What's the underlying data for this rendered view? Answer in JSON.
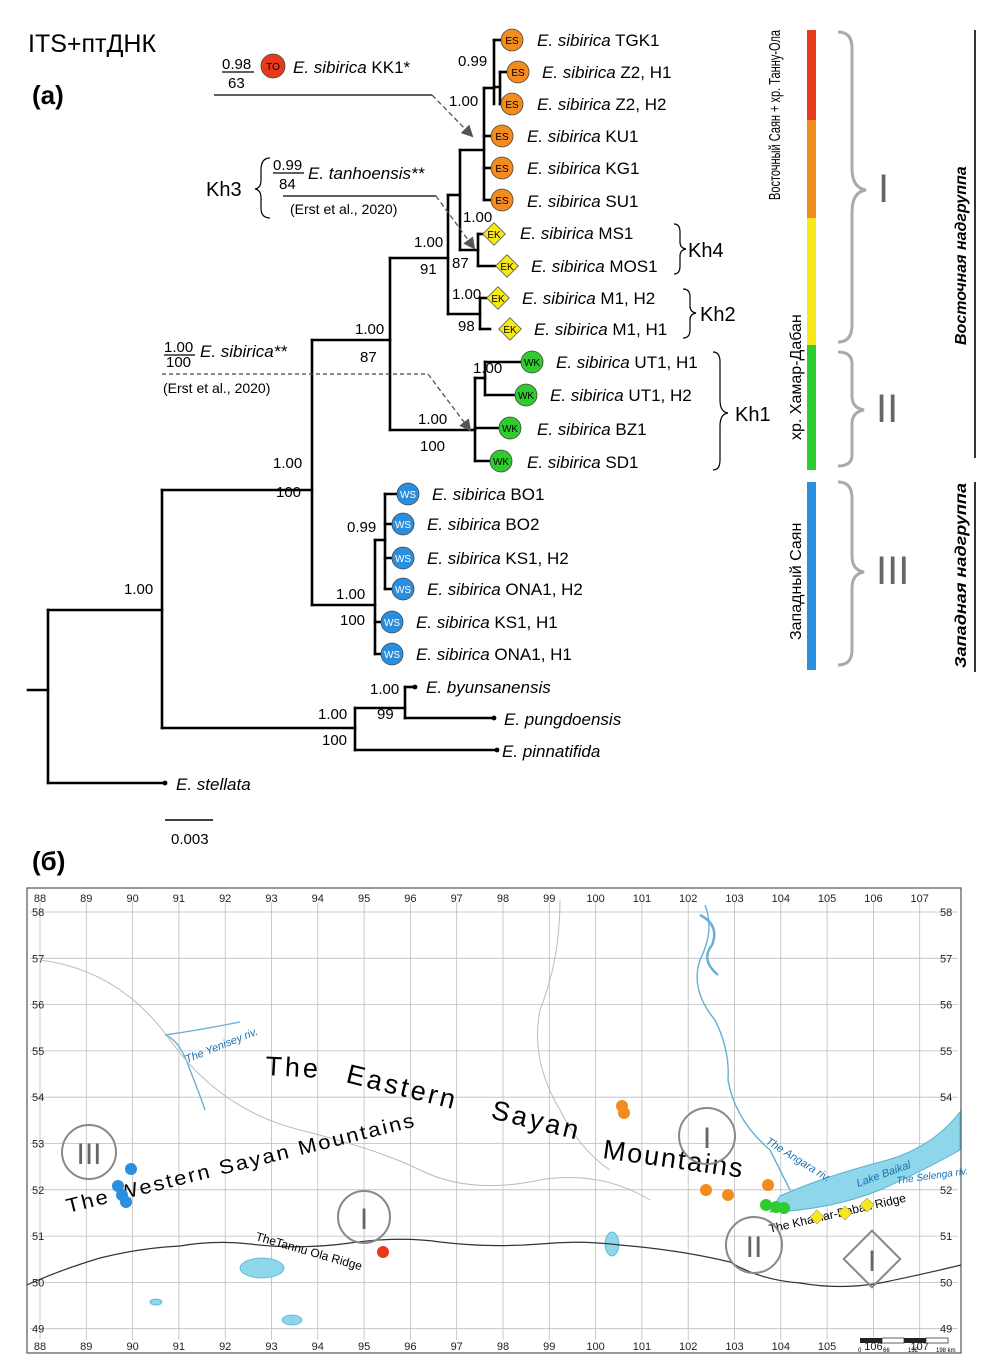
{
  "header": {
    "title": "ITS+птДНК",
    "panel_a": "(а)",
    "panel_b": "(б)"
  },
  "tree": {
    "clade_labels": {
      "kh1": "Kh1",
      "kh2": "Kh2",
      "kh3": "Kh3",
      "kh4": "Kh4"
    },
    "node_support": {
      "root_ingroup": "1.00",
      "sib_top": "1.00",
      "sib_bottom": "100",
      "east_top": "1.00",
      "east_bottom": "87",
      "kh_top": "1.00",
      "kh_bottom": "91",
      "es_clade": "1.00",
      "es_sub": "0.99",
      "kh4": "1.00",
      "kh4_pp": "87",
      "kh2_top": "1.00",
      "kh2_bottom": "98",
      "kh1_top": "1.00",
      "kh1_bottom": "100",
      "wk_sub": "1.00",
      "ws_top": "1.00",
      "ws_bottom": "100",
      "ws_sub": "0.99",
      "out_top": "1.00",
      "out_bottom": "100",
      "byun_top": "1.00",
      "byun_bottom": "99"
    },
    "taxa": {
      "tgk1": {
        "genus": "E. sibirica",
        "rest": " TGK1",
        "badge": "ES"
      },
      "z2h1": {
        "genus": "E. sibirica",
        "rest": " Z2, H1",
        "badge": "ES"
      },
      "z2h2": {
        "genus": "E. sibirica",
        "rest": " Z2, H2",
        "badge": "ES"
      },
      "ku1": {
        "genus": "E. sibirica",
        "rest": " KU1",
        "badge": "ES"
      },
      "kg1": {
        "genus": "E. sibirica",
        "rest": " KG1",
        "badge": "ES"
      },
      "su1": {
        "genus": "E. sibirica",
        "rest": " SU1",
        "badge": "ES"
      },
      "ms1": {
        "genus": "E. sibirica",
        "rest": " MS1",
        "badge": "EK"
      },
      "mos1": {
        "genus": "E. sibirica",
        "rest": " MOS1",
        "badge": "EK"
      },
      "m1h2": {
        "genus": "E. sibirica",
        "rest": " M1, H2",
        "badge": "EK"
      },
      "m1h1": {
        "genus": "E. sibirica",
        "rest": " M1, H1",
        "badge": "EK"
      },
      "ut1h1": {
        "genus": "E. sibirica",
        "rest": " UT1, H1",
        "badge": "WK"
      },
      "ut1h2": {
        "genus": "E. sibirica",
        "rest": " UT1, H2",
        "badge": "WK"
      },
      "bz1": {
        "genus": "E. sibirica",
        "rest": " BZ1",
        "badge": "WK"
      },
      "sd1": {
        "genus": "E. sibirica",
        "rest": " SD1",
        "badge": "WK"
      },
      "bo1": {
        "genus": "E. sibirica",
        "rest": " BO1",
        "badge": "WS"
      },
      "bo2": {
        "genus": "E. sibirica",
        "rest": " BO2",
        "badge": "WS"
      },
      "ks1h2": {
        "genus": "E. sibirica",
        "rest": " KS1, H2",
        "badge": "WS"
      },
      "ona1h2": {
        "genus": "E. sibirica",
        "rest": " ONA1, H2",
        "badge": "WS"
      },
      "ks1h1": {
        "genus": "E. sibirica",
        "rest": " KS1, H1",
        "badge": "WS"
      },
      "ona1h1": {
        "genus": "E. sibirica",
        "rest": " ONA1, H1",
        "badge": "WS"
      },
      "byun": {
        "genus": "E. byunsanensis",
        "rest": ""
      },
      "pung": {
        "genus": "E. pungdoensis",
        "rest": ""
      },
      "pinn": {
        "genus": "E. pinnatifida",
        "rest": ""
      },
      "stel": {
        "genus": "E. stellata",
        "rest": ""
      }
    },
    "annotations": {
      "kk1": {
        "pp": "0.98",
        "bs": "63",
        "badge": "TO",
        "genus": "E. sibirica",
        "rest": " KK1*"
      },
      "tanho": {
        "pp": "0.99",
        "bs": "84",
        "genus": "E. tanhoensis**",
        "ref": "(Erst et al., 2020)"
      },
      "sibir": {
        "pp": "1.00",
        "bs": "100",
        "genus": "E. sibirica**",
        "ref": "(Erst et al., 2020)"
      }
    },
    "scale_bar": "0.003",
    "colors": {
      "ES": "#f28c1e",
      "TO": "#e8391b",
      "EK": "#f7e818",
      "WK": "#2ecc2e",
      "WS": "#2b8fe0"
    }
  },
  "right_panel": {
    "region_bars": [
      {
        "label": "Восточный Саян + хр. Танну-Ола",
        "colors": [
          "#e8391b",
          "#f28c1e"
        ]
      },
      {
        "label": "хр. Хамар-Дабан",
        "colors": [
          "#f7e818",
          "#2ecc2e"
        ]
      },
      {
        "label": "Западный Саян",
        "colors": [
          "#2b8fe0"
        ]
      }
    ],
    "groups": [
      "I",
      "II",
      "III"
    ],
    "supergroups": [
      "Восточная надгруппа",
      "Западная надгруппа"
    ]
  },
  "map": {
    "lon_ticks": [
      "88",
      "89",
      "90",
      "91",
      "92",
      "93",
      "94",
      "95",
      "96",
      "97",
      "98",
      "99",
      "100",
      "101",
      "102",
      "103",
      "104",
      "105",
      "106",
      "107"
    ],
    "lat_ticks": [
      "58",
      "57",
      "56",
      "55",
      "54",
      "53",
      "52",
      "51",
      "50",
      "49"
    ],
    "labels": {
      "eastern1": "The",
      "eastern2": "Eastern",
      "eastern3": "Sayan",
      "eastern4": "Mountains",
      "western": "The Western Sayan Mountains",
      "yenisey": "The Yenisey riv.",
      "angara": "The Angara riv.",
      "baikal": "Lake Baikal",
      "selenga": "The Selenga riv.",
      "khamar": "The Khamar-Daban Ridge",
      "tannu": "TheTannu Ola Ridge"
    },
    "group_marks": {
      "west": "III",
      "tannu": "I",
      "east": "I",
      "kd_green": "II",
      "kd_yellow": "I"
    },
    "scale": [
      "0",
      "66",
      "132",
      "198 km"
    ]
  }
}
